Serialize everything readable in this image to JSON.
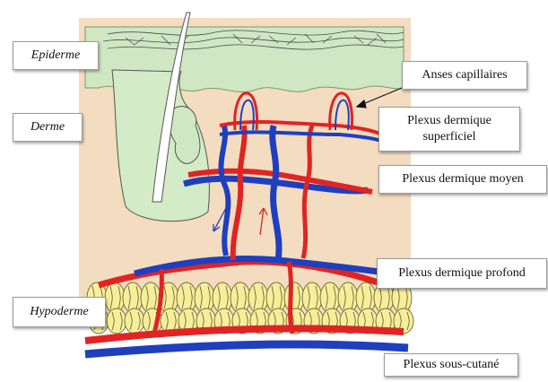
{
  "labels": {
    "epiderme": "Epiderme",
    "derme": "Derme",
    "hypoderme": "Hypoderme",
    "anses_capillaires": "Anses capillaires",
    "plexus_superficiel": "Plexus dermique\nsuperficiel",
    "plexus_moyen": "Plexus dermique moyen",
    "plexus_profond": "Plexus dermique profond",
    "plexus_sous_cutane": "Plexus sous-cutané"
  },
  "colors": {
    "artery_red": "#e02424",
    "vein_blue": "#1f3fbf",
    "epidermis_green": "#cfe7c3",
    "dermis_beige": "#f3dcc0",
    "fat_yellow": "#f7ee9c",
    "follicle_green": "#d3ebc6"
  }
}
